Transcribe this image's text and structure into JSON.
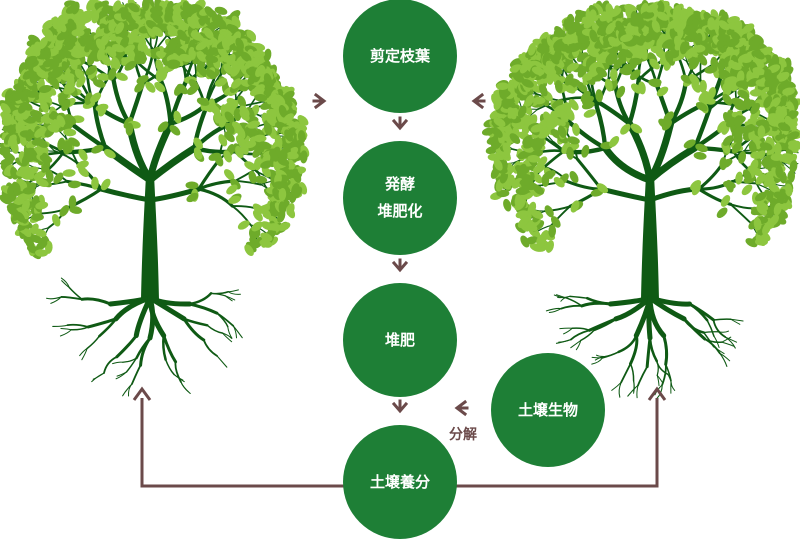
{
  "colors": {
    "circle_fill": "#1e7f36",
    "trunk": "#0f5a14",
    "leaf_light": "#8dc63f",
    "leaf_mid": "#6eab2a",
    "arrow": "#6b4a4a",
    "connector_line": "#6b4a4a",
    "label_text": "#ffffff",
    "side_label_text": "#6b4a4a"
  },
  "nodes": {
    "pruning": {
      "lines": [
        "剪定枝葉"
      ]
    },
    "fermentation": {
      "lines": [
        "発酵",
        "堆肥化"
      ]
    },
    "compost": {
      "lines": [
        "堆肥"
      ]
    },
    "soil_nutrients": {
      "lines": [
        "土壌養分"
      ]
    },
    "soil_organisms": {
      "lines": [
        "土壌生物"
      ]
    }
  },
  "edge_labels": {
    "decomposition": "分解"
  },
  "icons": {
    "left_tree": "tree-with-roots-icon",
    "right_tree": "tree-with-roots-icon",
    "arrows": "arrow-icon"
  }
}
